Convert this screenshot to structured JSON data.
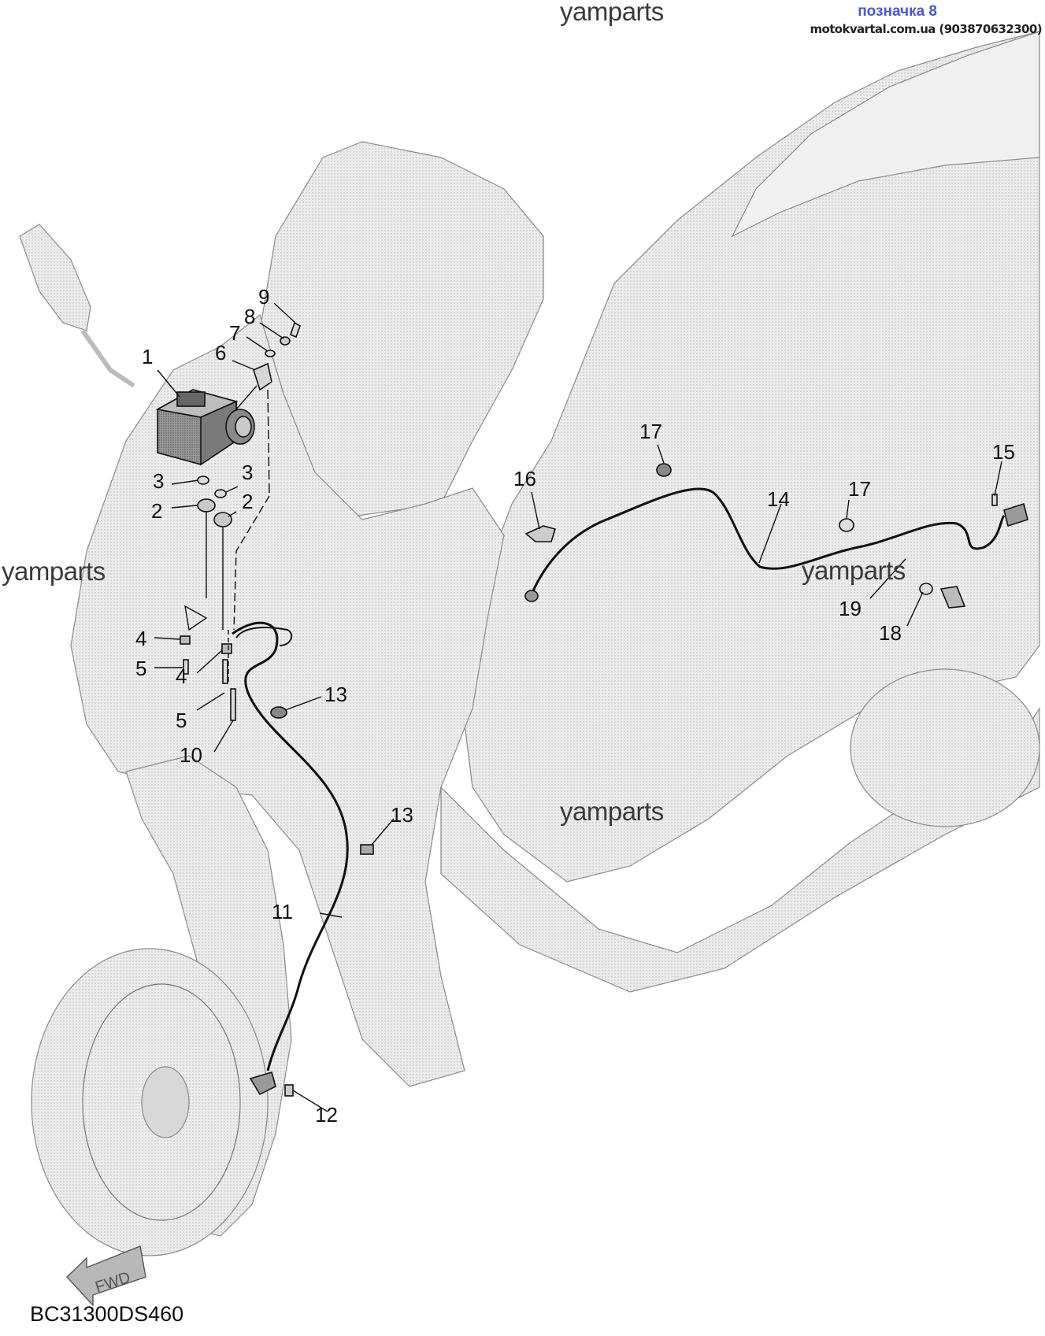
{
  "watermarks": [
    "yamparts",
    "yamparts",
    "yamparts",
    "yamparts"
  ],
  "stamp": {
    "title": "позначка 8",
    "subtitle": "motokvartal.com.ua (903870632300)"
  },
  "document_code": "BC31300DS460",
  "fwd_label": "FWD",
  "colors": {
    "ink": "#111111",
    "body_fill": "#e4e4e4",
    "stamp_blue": "#4a55d8"
  },
  "callouts": [
    {
      "id": "c1",
      "label": "1"
    },
    {
      "id": "c2a",
      "label": "2"
    },
    {
      "id": "c2b",
      "label": "2"
    },
    {
      "id": "c3a",
      "label": "3"
    },
    {
      "id": "c3b",
      "label": "3"
    },
    {
      "id": "c4a",
      "label": "4"
    },
    {
      "id": "c4b",
      "label": "4"
    },
    {
      "id": "c5a",
      "label": "5"
    },
    {
      "id": "c5b",
      "label": "5"
    },
    {
      "id": "c6",
      "label": "6"
    },
    {
      "id": "c7",
      "label": "7"
    },
    {
      "id": "c8",
      "label": "8"
    },
    {
      "id": "c9",
      "label": "9"
    },
    {
      "id": "c10",
      "label": "10"
    },
    {
      "id": "c11",
      "label": "11"
    },
    {
      "id": "c12",
      "label": "12"
    },
    {
      "id": "c13a",
      "label": "13"
    },
    {
      "id": "c13b",
      "label": "13"
    },
    {
      "id": "c14",
      "label": "14"
    },
    {
      "id": "c15",
      "label": "15"
    },
    {
      "id": "c16",
      "label": "16"
    },
    {
      "id": "c17a",
      "label": "17"
    },
    {
      "id": "c17b",
      "label": "17"
    },
    {
      "id": "c18",
      "label": "18"
    },
    {
      "id": "c19",
      "label": "19"
    }
  ]
}
